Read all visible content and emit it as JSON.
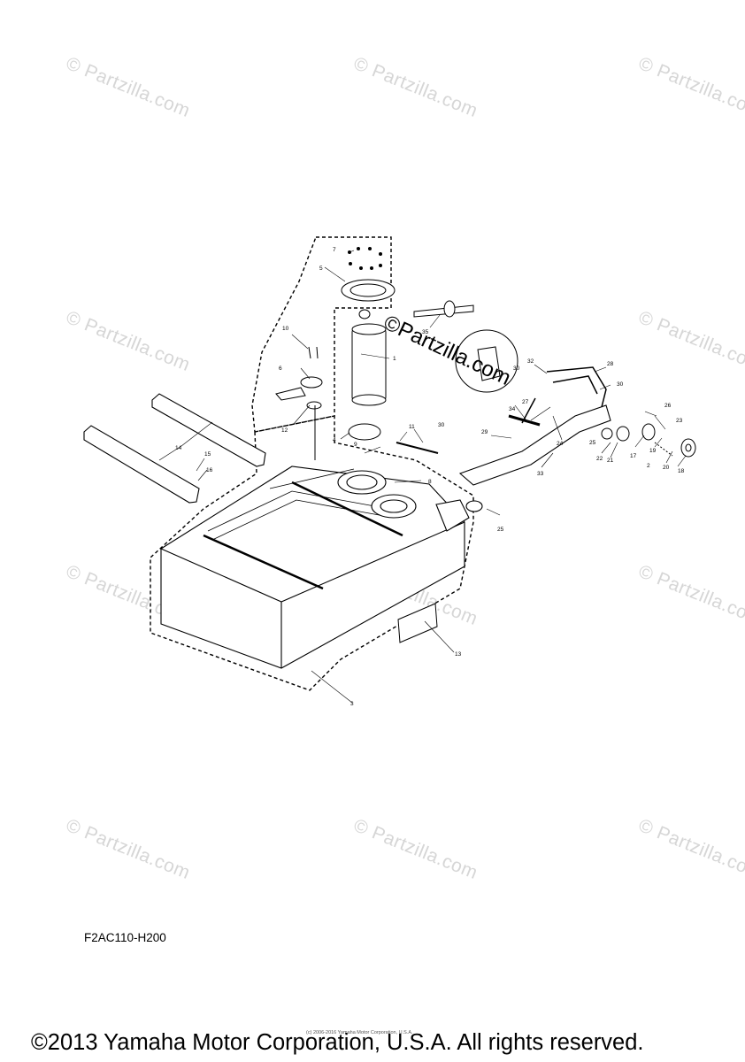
{
  "watermark": {
    "text": "© Partzilla.com"
  },
  "center_watermark": "©Partzilla.com",
  "diagram_code": "F2AC110-H200",
  "tiny_copyright": "(c) 2006-2016 Yamaha Motor Corporation, U.S.A.",
  "copyright": "©2013 Yamaha Motor Corporation, U.S.A. All rights reserved.",
  "part_labels": [
    "1",
    "2",
    "3",
    "4",
    "5",
    "6",
    "7",
    "8",
    "9",
    "10",
    "11",
    "12",
    "13",
    "14",
    "15",
    "16",
    "17",
    "18",
    "19",
    "20",
    "21",
    "22",
    "23",
    "24",
    "25",
    "25",
    "26",
    "27",
    "28",
    "29",
    "30",
    "30",
    "30",
    "32",
    "33",
    "34",
    "35"
  ]
}
